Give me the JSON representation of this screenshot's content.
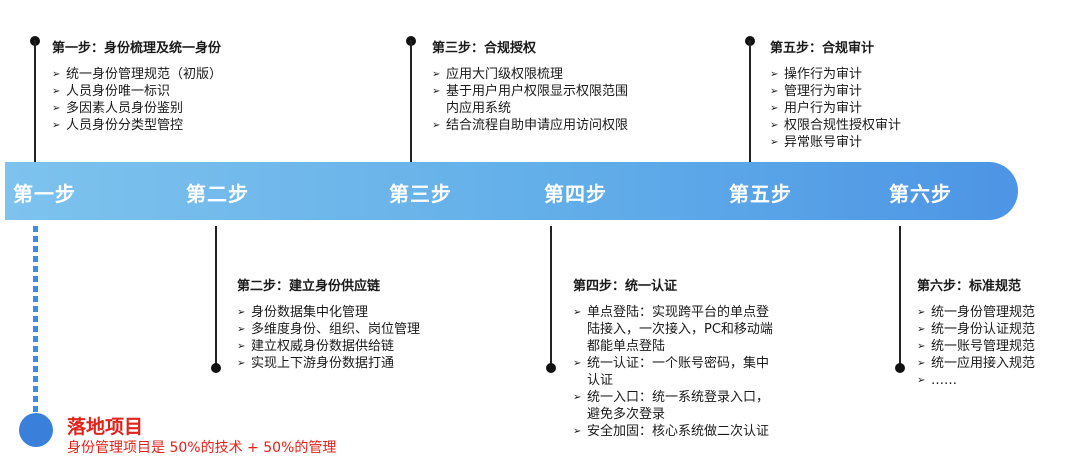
{
  "timeline": {
    "steps": [
      "第一步",
      "第二步",
      "第三步",
      "第四步",
      "第五步",
      "第六步"
    ]
  },
  "top_boxes": [
    {
      "title": "第一步：身份梳理及统一身份",
      "items": [
        "统一身份管理规范（初版）",
        "人员身份唯一标识",
        "多因素人员身份鉴别",
        "人员身份分类型管控"
      ]
    },
    {
      "title": "第三步：合规授权",
      "items": [
        "应用大门级权限梳理",
        "基于用户用户权限显示权限范围",
        "内应用系统",
        "结合流程自助申请应用访问权限"
      ]
    },
    {
      "title": "第五步：合规审计",
      "items": [
        "操作行为审计",
        "管理行为审计",
        "用户行为审计",
        "权限合规性授权审计",
        "异常账号审计"
      ]
    }
  ],
  "bottom_boxes": [
    {
      "title": "第二步：建立身份供应链",
      "items": [
        "身份数据集中化管理",
        "多维度身份、组织、岗位管理",
        "建立权威身份数据供给链",
        "实现上下游身份数据打通"
      ]
    },
    {
      "title": "第四步：统一认证",
      "items": [
        "单点登陆：实现跨平台的单点登",
        "陆接入，一次接入，PC和移动端",
        "都能单点登陆",
        "统一认证：一个账号密码，集中",
        "认证",
        "统一入口：统一系统登录入口，",
        "避免多次登录",
        "安全加固：核心系统做二次认证"
      ]
    },
    {
      "title": "第六步：标准规范",
      "items": [
        "统一身份管理规范",
        "统一身份认证规范",
        "统一账号管理规范",
        "统一应用接入规范",
        "……"
      ]
    }
  ],
  "landing": {
    "title": "落地项目",
    "subtitle": "身份管理项目是 50%的技术 + 50%的管理"
  },
  "colors": {
    "accent": "#3a80db",
    "highlight": "#e0241c"
  }
}
